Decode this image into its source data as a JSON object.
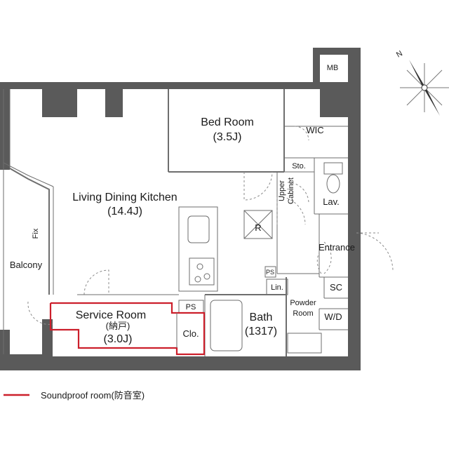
{
  "rooms": {
    "mb": "MB",
    "bedroom_name": "Bed Room",
    "bedroom_size": "(3.5J)",
    "wic": "WIC",
    "storage": "Sto.",
    "ldk_name": "Living Dining Kitchen",
    "ldk_size": "(14.4J)",
    "upper_cabinet_1": "Upper",
    "upper_cabinet_2": "Cabinet",
    "lav": "Lav.",
    "fridge": "R",
    "fix": "Fix",
    "balcony": "Balcony",
    "entrance": "Entrance",
    "ps_1": "PS",
    "ps_2": "PS",
    "linen": "Lin.",
    "sc": "SC",
    "service_name": "Service Room",
    "service_jp": "(納戸)",
    "service_size": "(3.0J)",
    "closet": "Clo.",
    "bath_name": "Bath",
    "bath_size": "(1317)",
    "powder_1": "Powder",
    "powder_2": "Room",
    "washer": "W/D"
  },
  "compass": {
    "north": "N"
  },
  "legend": {
    "label": "Soundproof room(防音室)",
    "color": "#cc1f2b"
  }
}
